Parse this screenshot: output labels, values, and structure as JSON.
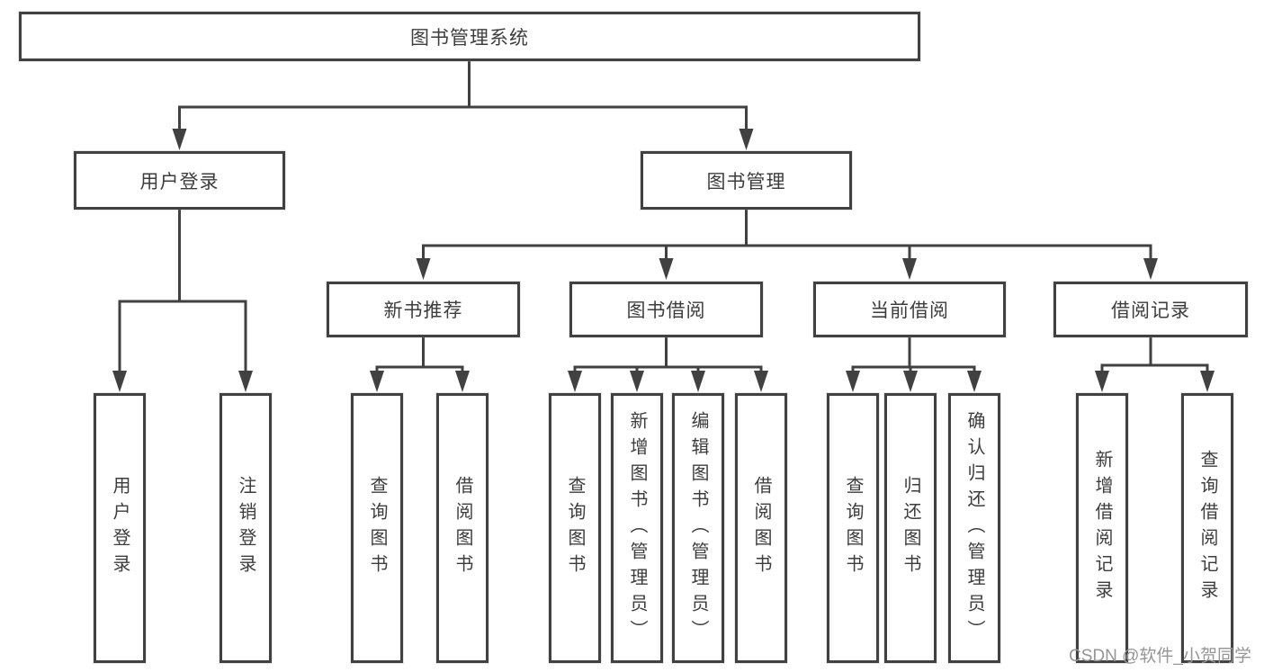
{
  "diagram_title": "图书管理系统",
  "tree": {
    "label": "图书管理系统",
    "children": [
      {
        "label": "用户登录",
        "children": [
          {
            "label": "用户登录"
          },
          {
            "label": "注销登录"
          }
        ]
      },
      {
        "label": "图书管理",
        "children": [
          {
            "label": "新书推荐",
            "children": [
              {
                "label": "查询图书"
              },
              {
                "label": "借阅图书"
              }
            ]
          },
          {
            "label": "图书借阅",
            "children": [
              {
                "label": "查询图书"
              },
              {
                "label": "新增图书（管理员）"
              },
              {
                "label": "编辑图书（管理员）"
              },
              {
                "label": "借阅图书"
              }
            ]
          },
          {
            "label": "当前借阅",
            "children": [
              {
                "label": "查询图书"
              },
              {
                "label": "归还图书"
              },
              {
                "label": "确认归还（管理员）"
              }
            ]
          },
          {
            "label": "借阅记录",
            "children": [
              {
                "label": "新增借阅记录"
              },
              {
                "label": "查询借阅记录"
              }
            ]
          }
        ]
      }
    ]
  },
  "colors": {
    "line": "#414141",
    "text": "#3d3d3d",
    "watermark": "#959595",
    "background": "#ffffff"
  },
  "watermark": "CSDN @软件_小贺同学"
}
